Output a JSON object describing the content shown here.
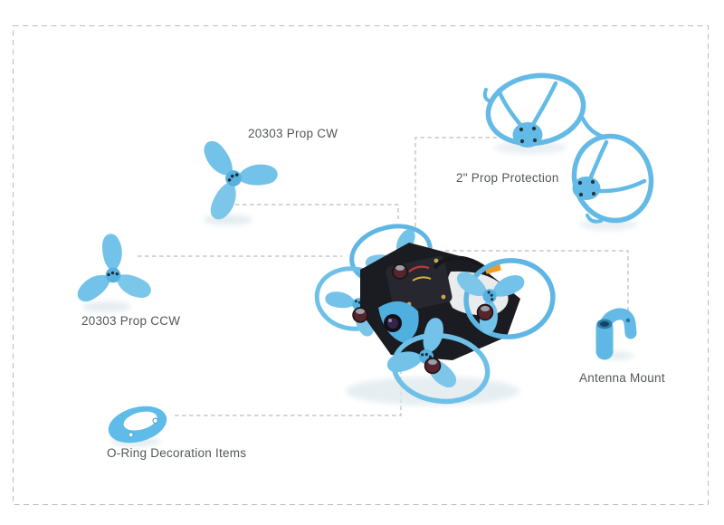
{
  "figure": {
    "type": "product-parts-diagram",
    "subject": "micro quadcopter drone kit"
  },
  "callouts": {
    "prop_cw": {
      "label": "20303 Prop CW"
    },
    "prop_protection": {
      "label": "2\" Prop Protection"
    },
    "prop_ccw": {
      "label": "20303 Prop CCW"
    },
    "antenna_mount": {
      "label": "Antenna Mount"
    },
    "oring": {
      "label": "O-Ring Decoration Items"
    }
  },
  "colors": {
    "background": "#ffffff",
    "part_blue": "#64bae6",
    "part_blue_light": "#8ed1f0",
    "part_blue_dark": "#3f9ccd",
    "label_text": "#53565a",
    "connector_dash": "#a9acae",
    "border_dash": "#b8bbbd",
    "battery_plug_orange": "#f09b24",
    "frame_dark": "#1b1c22"
  }
}
